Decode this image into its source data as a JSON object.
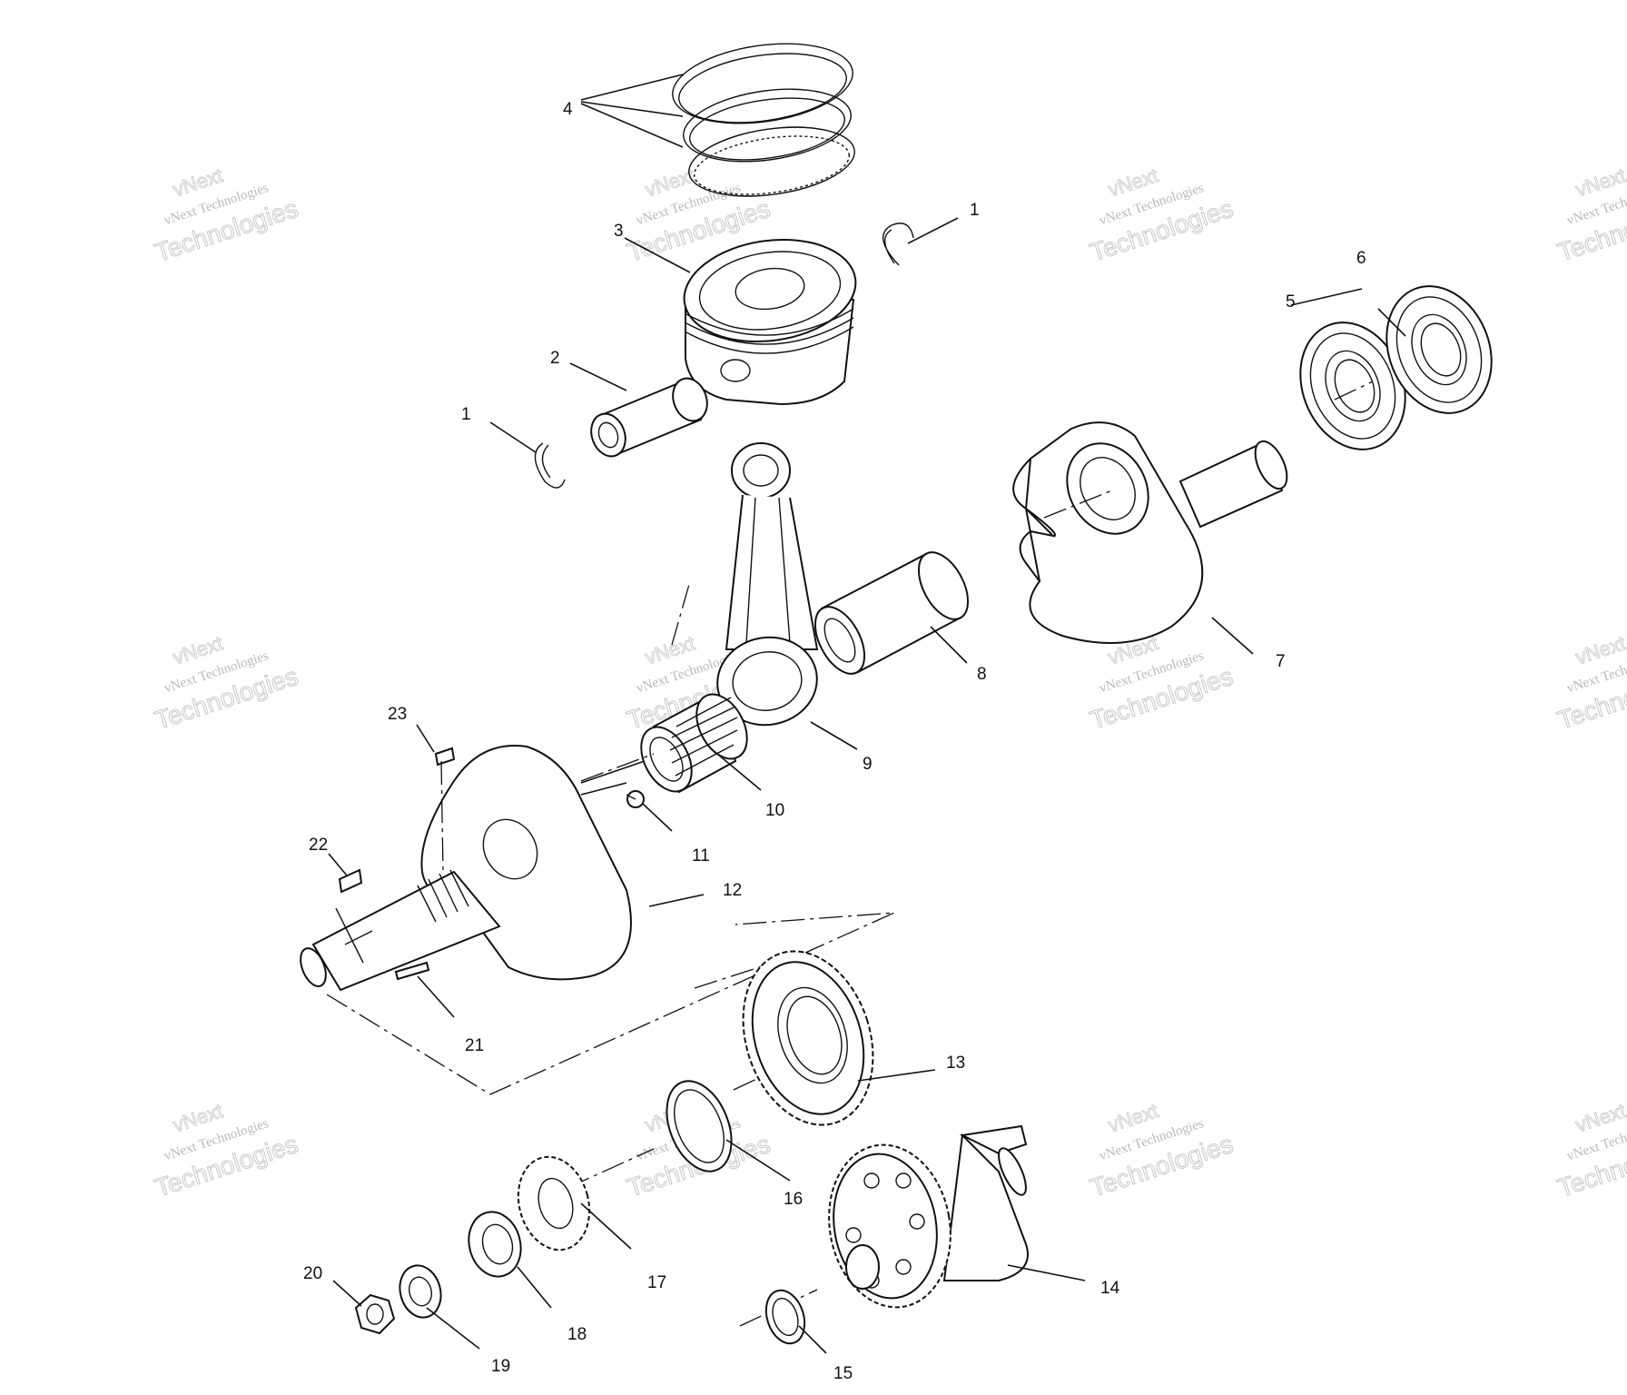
{
  "diagram": {
    "callouts": [
      "1",
      "1",
      "2",
      "3",
      "4",
      "5",
      "6",
      "7",
      "8",
      "9",
      "10",
      "11",
      "12",
      "13",
      "14",
      "15",
      "16",
      "17",
      "18",
      "19",
      "20",
      "21",
      "22",
      "23"
    ],
    "watermark": {
      "line1": "vNext Technologies",
      "line2": "Technologies",
      "line0": "vNext"
    }
  }
}
